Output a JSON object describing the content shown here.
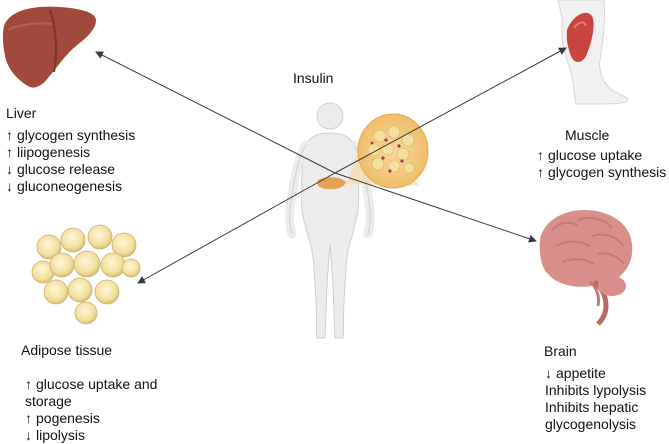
{
  "center": {
    "title": "Insulin"
  },
  "liver": {
    "title": "Liver",
    "effects": [
      {
        "direction": "up",
        "text": "glycogen synthesis"
      },
      {
        "direction": "up",
        "text": "liipogenesis"
      },
      {
        "direction": "down",
        "text": "glucose release"
      },
      {
        "direction": "down",
        "text": "gluconeogenesis"
      }
    ]
  },
  "muscle": {
    "title": "Muscle",
    "effects": [
      {
        "direction": "up",
        "text": "glucose uptake"
      },
      {
        "direction": "up",
        "text": "glycogen synthesis"
      }
    ]
  },
  "adipose": {
    "title": "Adipose tissue",
    "effects": [
      {
        "direction": "up",
        "text": "glucose  uptake and"
      },
      {
        "direction": "none",
        "text": "storage"
      },
      {
        "direction": "up",
        "text": "pogenesis"
      },
      {
        "direction": "down",
        "text": "lipolysis"
      }
    ]
  },
  "brain": {
    "title": "Brain",
    "effects": [
      {
        "direction": "down",
        "text": "appetite"
      },
      {
        "direction": "none",
        "text": "Inhibits lypolysis"
      },
      {
        "direction": "none",
        "text": "Inhibits hepatic"
      },
      {
        "direction": "none",
        "text": "glycogenolysis"
      }
    ]
  },
  "colors": {
    "arrow": "#3a3a3a",
    "liver": "#a14a3c",
    "liver_shadow": "#7c352b",
    "muscle": "#c9443f",
    "leg": "#f1f1f1",
    "brain": "#d98f89",
    "brain_shadow": "#c67a73",
    "fat_cell": "#f4e2a4",
    "fat_edge": "#c9b36a",
    "pancreas": "#e6a24f",
    "body": "#ececec",
    "body_edge": "#d0d0d0",
    "insulin_zoom": "#f3c07a"
  }
}
